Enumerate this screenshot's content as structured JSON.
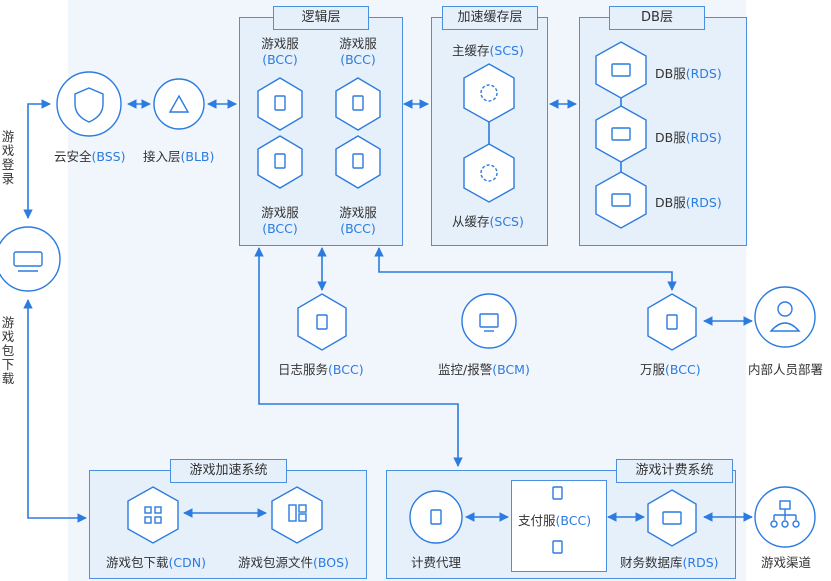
{
  "regions": {
    "logic_title": "逻辑层",
    "cache_title": "加速缓存层",
    "db_title": "DB层",
    "accel_title": "游戏加速系统",
    "billing_title": "游戏计费系统"
  },
  "nodes": {
    "bss_main": "云安全",
    "bss_sub": "(BSS)",
    "blb_main": "接入层",
    "blb_sub": "(BLB)",
    "gs1_main": "游戏服",
    "gs1_sub": "(BCC)",
    "gs2_main": "游戏服",
    "gs2_sub": "(BCC)",
    "gs3_main": "游戏服",
    "gs3_sub": "(BCC)",
    "gs4_main": "游戏服",
    "gs4_sub": "(BCC)",
    "cache_master_main": "主缓存",
    "cache_master_sub": "(SCS)",
    "cache_slave_main": "从缓存",
    "cache_slave_sub": "(SCS)",
    "db1_main": "DB服",
    "db1_sub": "(RDS)",
    "db2_main": "DB服",
    "db2_sub": "(RDS)",
    "db3_main": "DB服",
    "db3_sub": "(RDS)",
    "log_main": "日志服务",
    "log_sub": "(BCC)",
    "monitor_main": "监控/报警",
    "monitor_sub": "(BCM)",
    "wan_main": "万服",
    "wan_sub": "(BCC)",
    "staff": "内部人员部署",
    "cdn_main": "游戏包下载",
    "cdn_sub": "(CDN)",
    "bos_main": "游戏包源文件",
    "bos_sub": "(BOS)",
    "billing_proxy": "计费代理",
    "pay_main": "支付服",
    "pay_sub": "(BCC)",
    "fin_main": "财务数据库",
    "fin_sub": "(RDS)",
    "channel": "游戏渠道",
    "login_side": "游戏登录",
    "download_side": "游戏包下载"
  },
  "colors": {
    "accent": "#2b7be0",
    "line": "#2b7be0",
    "box_fill": "#e6f0fb",
    "panel": "#f1f6fc"
  },
  "icons": {
    "shield": "shield-icon",
    "triangle": "load-balancer-icon",
    "server": "server-icon",
    "cache": "cache-icon",
    "database": "database-icon",
    "monitor": "monitor-icon",
    "person": "person-icon",
    "router": "router-icon",
    "grid": "grid-icon",
    "storage": "storage-icon",
    "network": "network-icon"
  }
}
